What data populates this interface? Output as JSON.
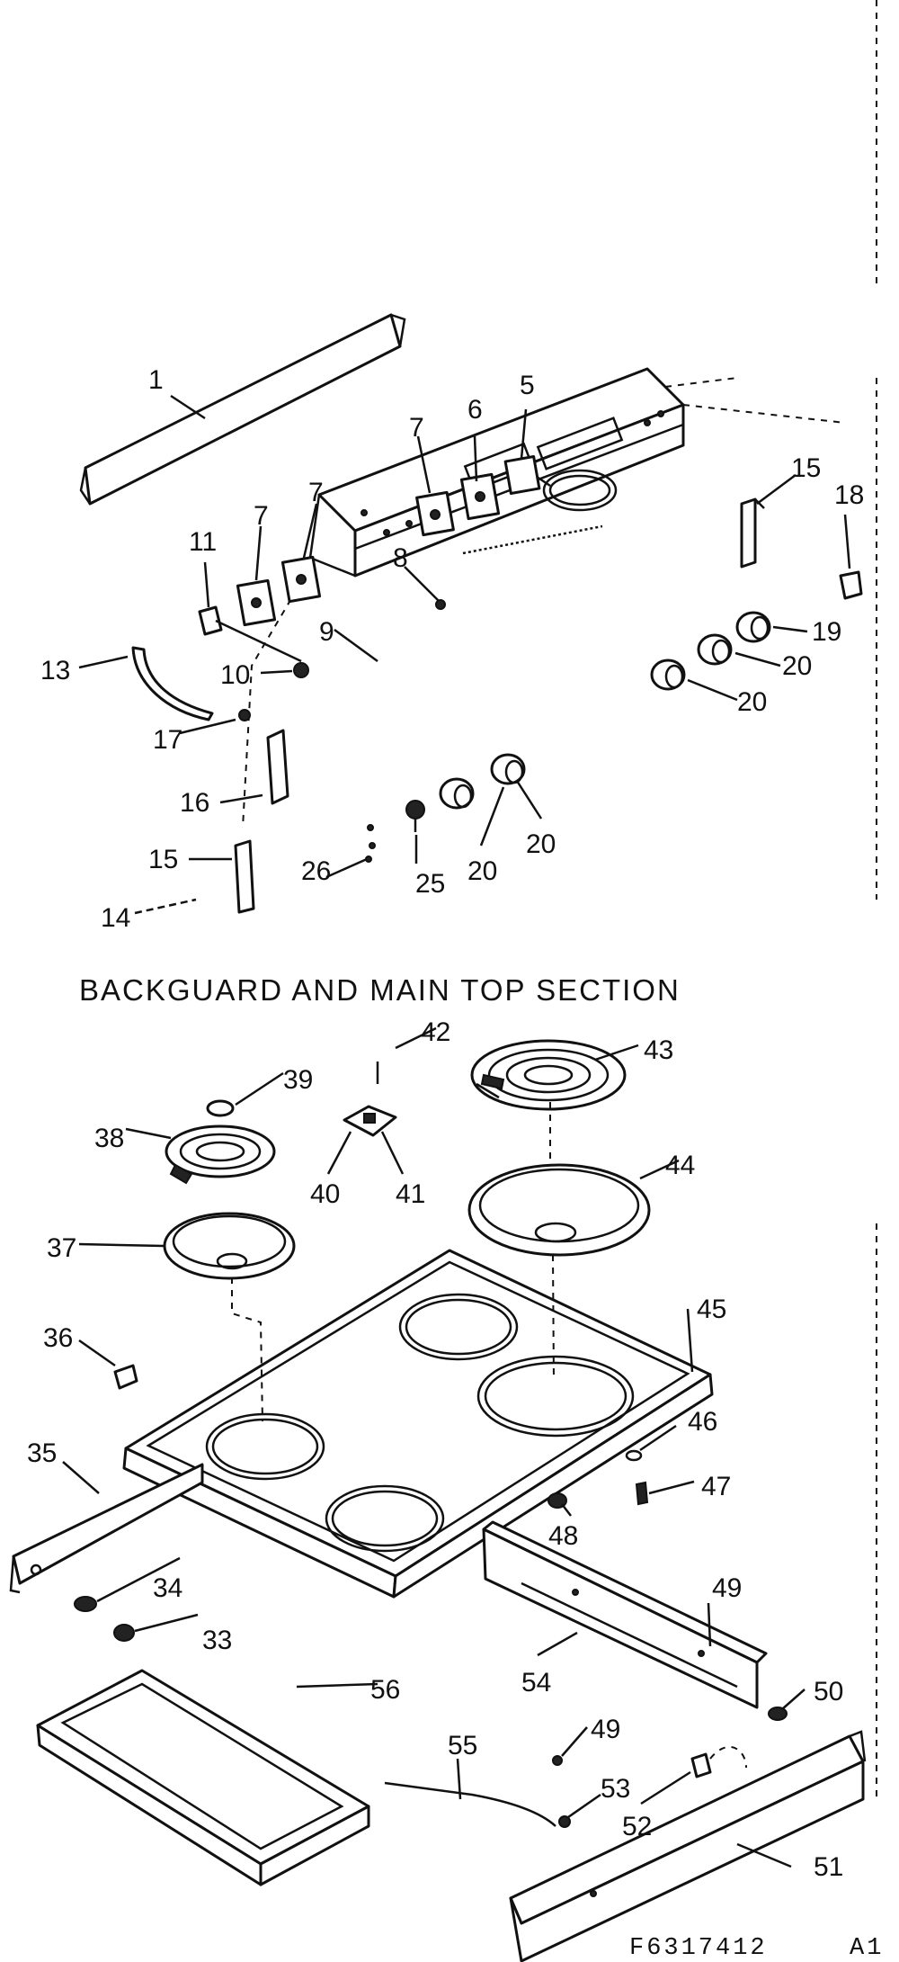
{
  "section_title": "BACKGUARD AND MAIN TOP SECTION",
  "drawing_code": "F6317412",
  "drawing_rev": "A1",
  "callouts": {
    "c1": "1",
    "c5": "5",
    "c6": "6",
    "c7a": "7",
    "c7b": "7",
    "c7c": "7",
    "c8": "8",
    "c9": "9",
    "c10": "10",
    "c11": "11",
    "c13": "13",
    "c14": "14",
    "c15a": "15",
    "c15b": "15",
    "c16": "16",
    "c17": "17",
    "c18": "18",
    "c19": "19",
    "c20a": "20",
    "c20b": "20",
    "c20c": "20",
    "c20d": "20",
    "c25": "25",
    "c26": "26",
    "c33": "33",
    "c34": "34",
    "c35": "35",
    "c36": "36",
    "c37": "37",
    "c38": "38",
    "c39": "39",
    "c40": "40",
    "c41": "41",
    "c42": "42",
    "c43": "43",
    "c44": "44",
    "c45": "45",
    "c46": "46",
    "c47": "47",
    "c48": "48",
    "c49a": "49",
    "c49b": "49",
    "c50": "50",
    "c51": "51",
    "c52": "52",
    "c53": "53",
    "c54": "54",
    "c55": "55",
    "c56": "56"
  }
}
